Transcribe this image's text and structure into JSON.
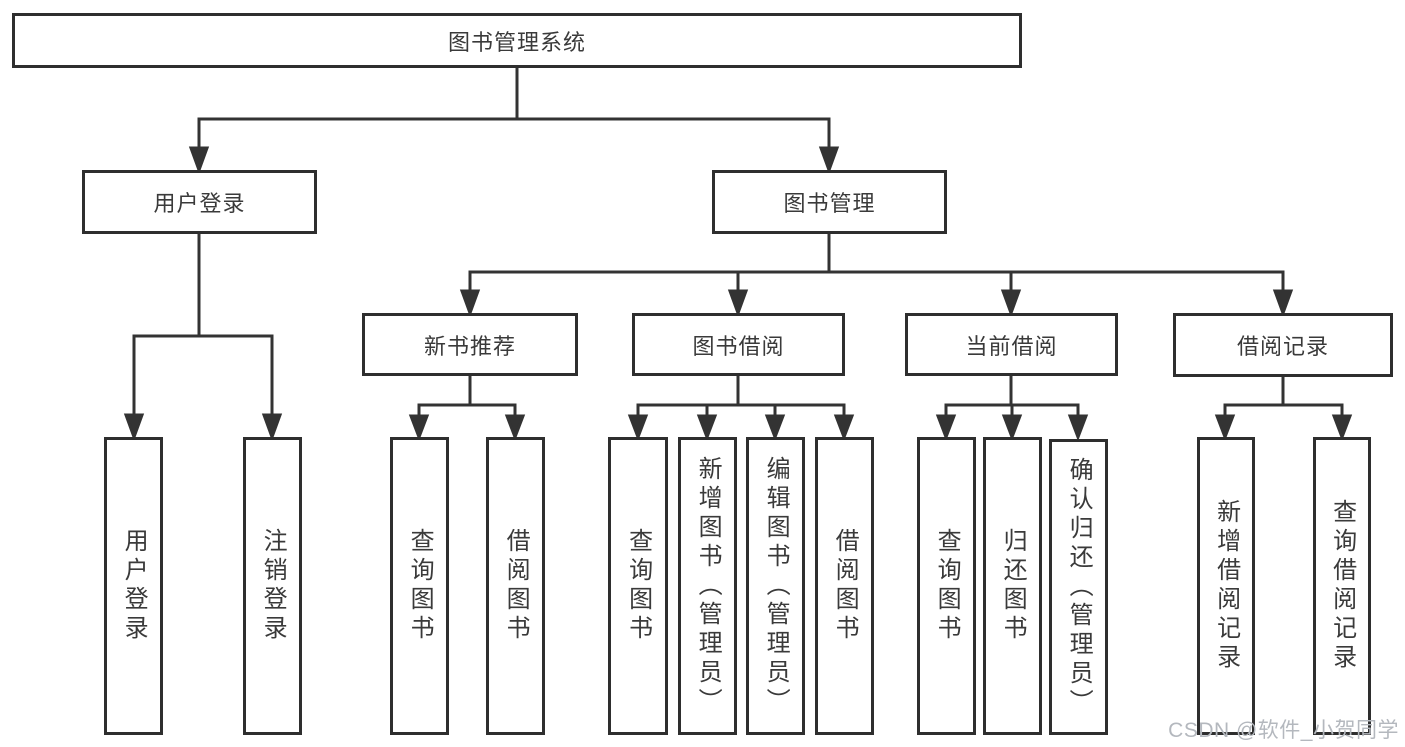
{
  "diagram": {
    "type": "hierarchy-tree",
    "colors": {
      "line": "#333333",
      "box_border": "#2e2e2e",
      "text": "#3a3a3a",
      "background": "#ffffff",
      "watermark_text_color": "#b4b8be"
    }
  },
  "watermark": "CSDN @软件_小贺同学",
  "tree": {
    "label": "图书管理系统",
    "children": [
      {
        "label": "用户登录",
        "children": [
          {
            "label": "用户登录"
          },
          {
            "label": "注销登录"
          }
        ]
      },
      {
        "label": "图书管理",
        "children": [
          {
            "label": "新书推荐",
            "children": [
              {
                "label": "查询图书"
              },
              {
                "label": "借阅图书"
              }
            ]
          },
          {
            "label": "图书借阅",
            "children": [
              {
                "label": "查询图书"
              },
              {
                "label": "新增图书（管理员）"
              },
              {
                "label": "编辑图书（管理员）"
              },
              {
                "label": "借阅图书"
              }
            ]
          },
          {
            "label": "当前借阅",
            "children": [
              {
                "label": "查询图书"
              },
              {
                "label": "归还图书"
              },
              {
                "label": "确认归还（管理员）"
              }
            ]
          },
          {
            "label": "借阅记录",
            "children": [
              {
                "label": "新增借阅记录"
              },
              {
                "label": "查询借阅记录"
              }
            ]
          }
        ]
      }
    ]
  }
}
